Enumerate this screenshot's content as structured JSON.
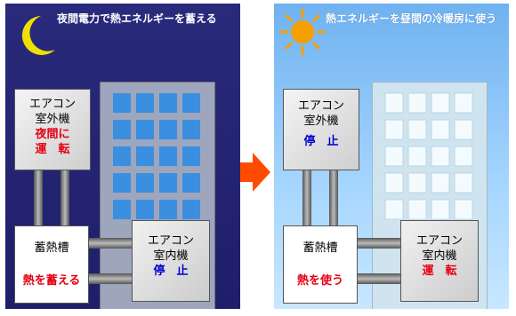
{
  "night": {
    "headline": "夜間電力で熱エネルギーを蓄える",
    "outdoor_line1": "エアコン",
    "outdoor_line2": "室外機",
    "outdoor_status1": "夜間に",
    "outdoor_status2": "運　転",
    "tank_label": "蓄熱槽",
    "tank_status": "熱を蓄える",
    "indoor_line1": "エアコン",
    "indoor_line2": "室内機",
    "indoor_status": "停　止"
  },
  "day": {
    "headline": "熱エネルギーを昼間の冷暖房に使う",
    "outdoor_line1": "エアコン",
    "outdoor_line2": "室外機",
    "outdoor_status": "停　止",
    "tank_label": "蓄熱槽",
    "tank_status": "熱を使う",
    "indoor_line1": "エアコン",
    "indoor_line2": "室内機",
    "indoor_status": "運　転"
  },
  "colors": {
    "night_bg": "#2a2a7c",
    "day_bg": "#a6d6ff",
    "moon": "#f0e000",
    "sun": "#f5a000",
    "arrow": "#ff4b00",
    "status_active": "#e60012",
    "status_stopped": "#0000cc"
  },
  "icons": [
    "crescent-moon-icon",
    "sun-icon",
    "right-arrow-icon"
  ]
}
